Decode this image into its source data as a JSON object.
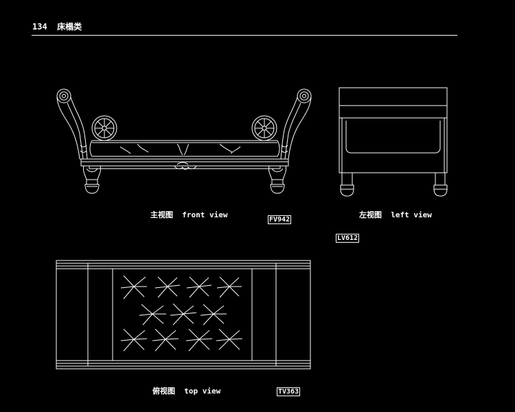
{
  "header": {
    "page_number": "134",
    "section_title": "床榻类"
  },
  "views": {
    "front": {
      "label_cn": "主视图",
      "label_en": "front view",
      "code": "FV942"
    },
    "left": {
      "label_cn": "左视图",
      "label_en": "left view",
      "code": "LV612"
    },
    "top": {
      "label_cn": "俯视图",
      "label_en": "top view",
      "code": "TV363"
    }
  },
  "colors": {
    "background": "#000000",
    "line": "#ffffff"
  }
}
